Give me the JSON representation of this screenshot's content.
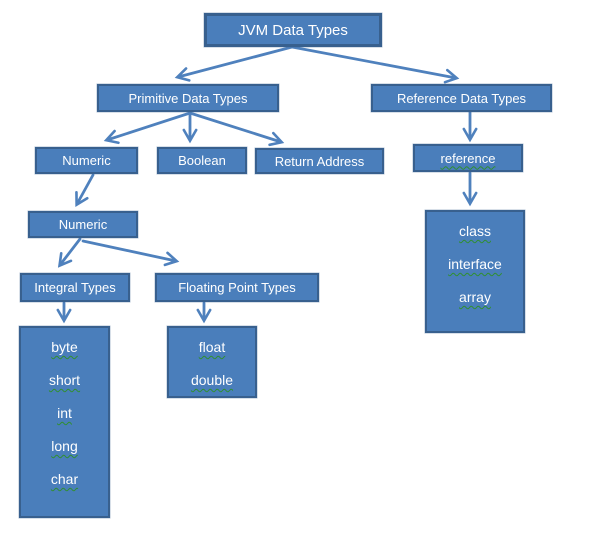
{
  "diagram": {
    "title": "JVM Data Types",
    "nodes": {
      "jvm": {
        "label": "JVM Data Types"
      },
      "primitive": {
        "label": "Primitive Data Types"
      },
      "reference_types": {
        "label": "Reference Data Types"
      },
      "numeric1": {
        "label": "Numeric"
      },
      "boolean": {
        "label": "Boolean"
      },
      "return_address": {
        "label": "Return Address"
      },
      "reference": {
        "label": "reference"
      },
      "numeric2": {
        "label": "Numeric"
      },
      "integral": {
        "label": "Integral Types"
      },
      "floating": {
        "label": "Floating Point Types"
      },
      "integral_values": {
        "items": [
          "byte",
          "short",
          "int",
          "long",
          "char"
        ]
      },
      "floating_values": {
        "items": [
          "float",
          "double"
        ]
      },
      "reference_values": {
        "items": [
          "class",
          "interface",
          "array"
        ]
      }
    },
    "colors": {
      "box_fill": "#4a7ebb",
      "box_border": "#38608e",
      "arrow": "#4f81bd",
      "text": "#ffffff",
      "spellcheck_underline": "#2f8f2f",
      "background": "#ffffff"
    }
  }
}
